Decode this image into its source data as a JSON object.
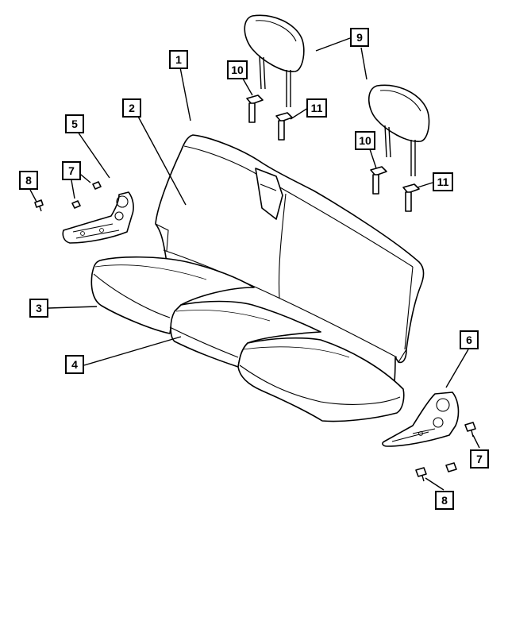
{
  "callouts": {
    "c1": "1",
    "c2": "2",
    "c3": "3",
    "c4": "4",
    "c5": "5",
    "c6": "6",
    "c7a": "7",
    "c7b": "7",
    "c8a": "8",
    "c8b": "8",
    "c9": "9",
    "c10a": "10",
    "c10b": "10",
    "c11a": "11",
    "c11b": "11"
  }
}
